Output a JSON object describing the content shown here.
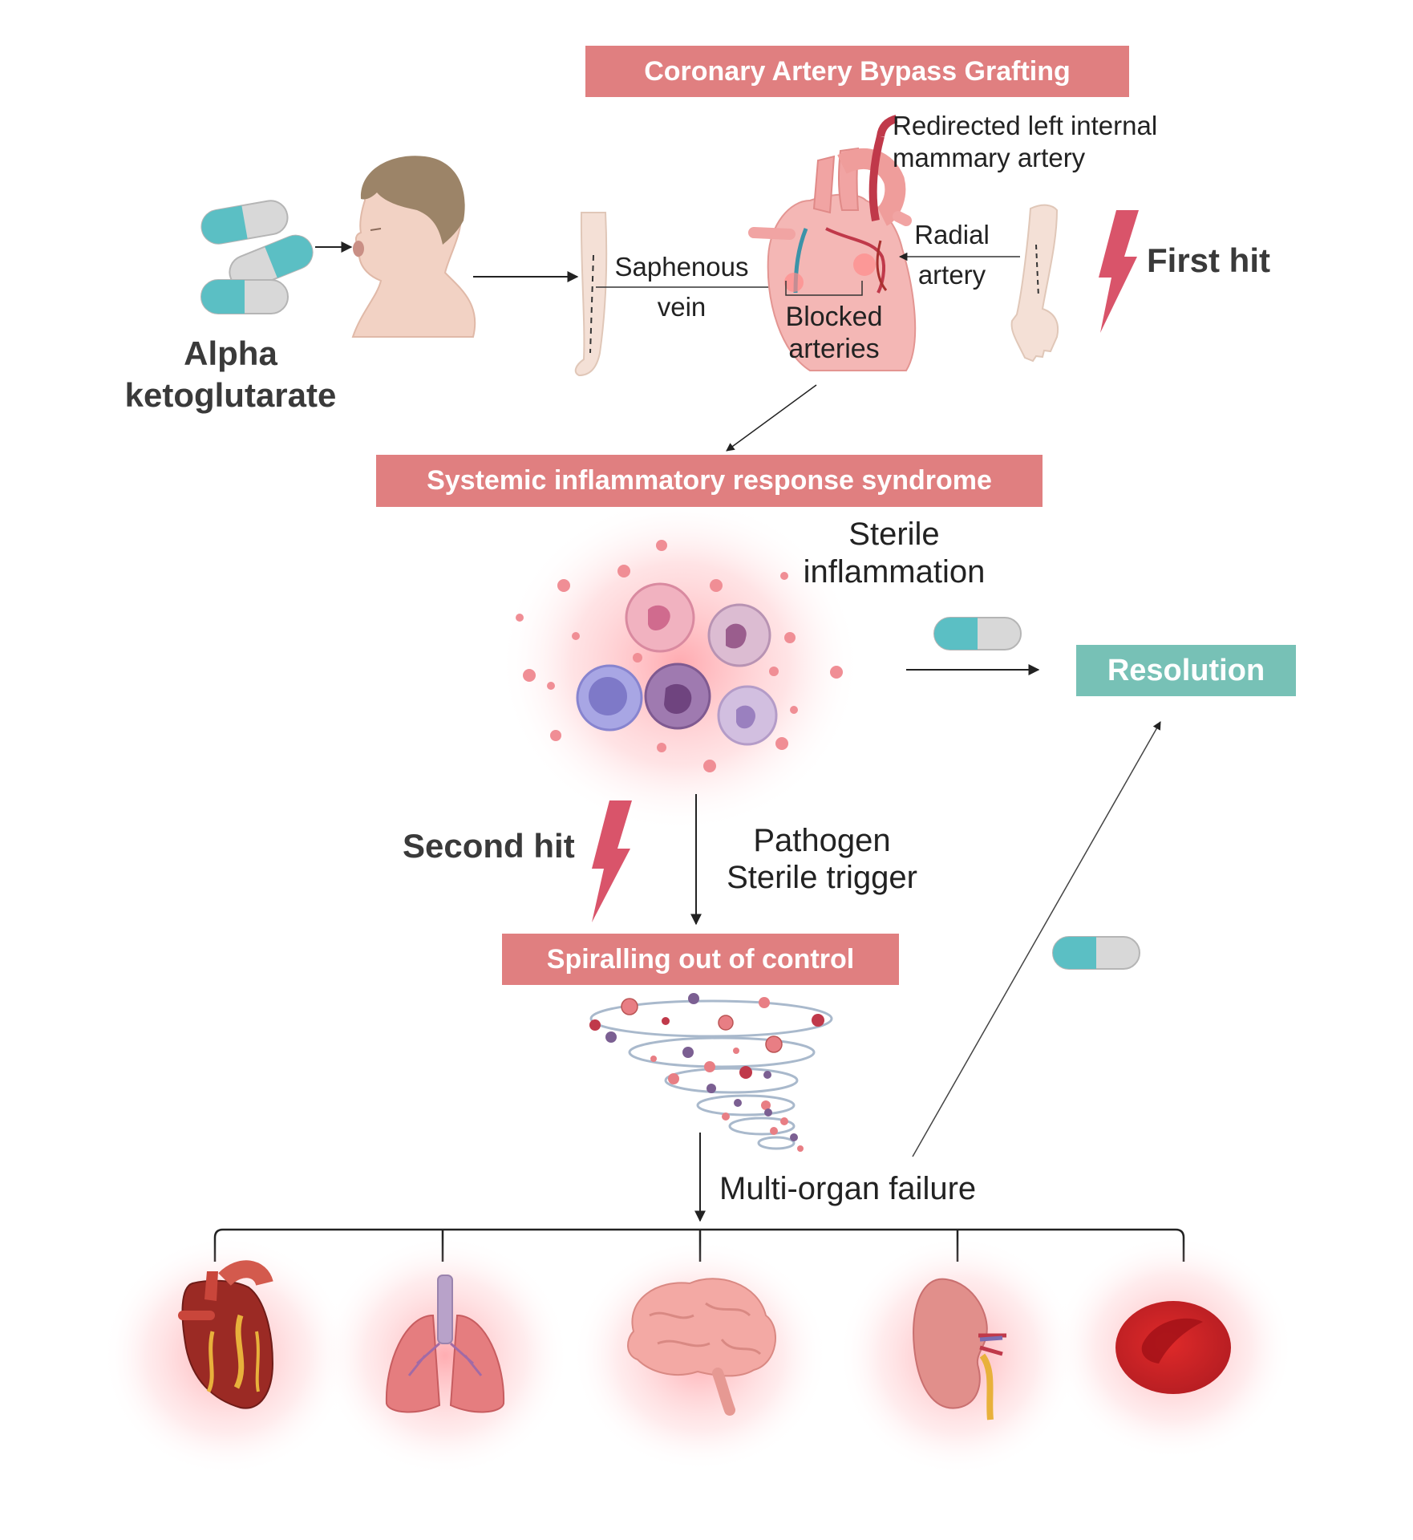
{
  "banners": {
    "cabg": "Coronary Artery Bypass Grafting",
    "sirs": "Systemic inflammatory response syndrome",
    "spiral": "Spiralling out of control",
    "resolution": "Resolution"
  },
  "labels": {
    "drug_line1": "Alpha",
    "drug_line2": "ketoglutarate",
    "mammary_line1": "Redirected left internal",
    "mammary_line2": "mammary artery",
    "saphenous_line1": "Saphenous",
    "saphenous_line2": "vein",
    "radial_line1": "Radial",
    "radial_line2": "artery",
    "blocked_line1": "Blocked",
    "blocked_line2": "arteries",
    "first_hit": "First hit",
    "sterile_line1": "Sterile",
    "sterile_line2": "inflammation",
    "second_hit": "Second hit",
    "trigger_line1": "Pathogen",
    "trigger_line2": "Sterile trigger",
    "mof": "Multi-organ failure"
  },
  "colors": {
    "banner": "#e07f80",
    "teal": "#77c1b6",
    "lightning": "#d9546a",
    "capsule_teal": "#5bbfc4",
    "capsule_grey": "#d8d8d8"
  },
  "organs": [
    "heart-icon",
    "lungs-icon",
    "brain-icon",
    "kidney-icon",
    "red-blood-cell-icon"
  ]
}
